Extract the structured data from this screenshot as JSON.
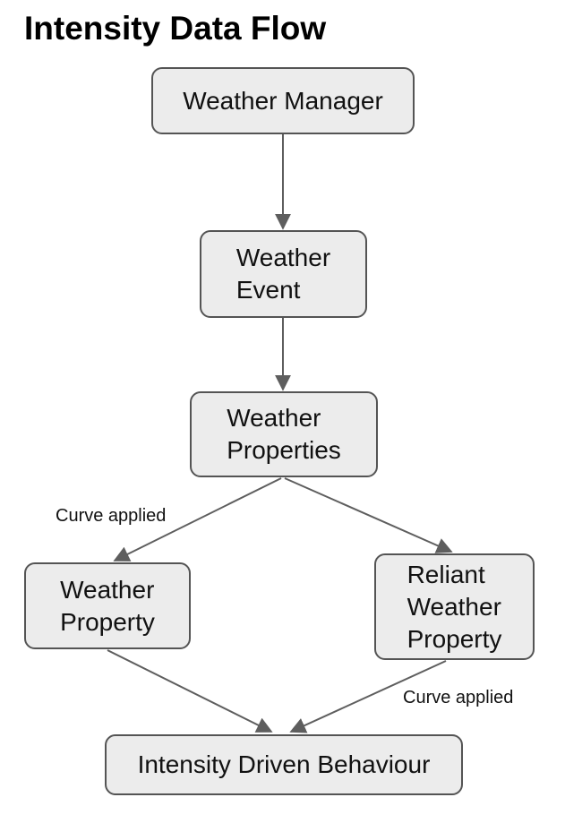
{
  "title": "Intensity Data Flow",
  "diagram": {
    "nodes": {
      "weather_manager": {
        "label": "Weather Manager"
      },
      "weather_event": {
        "label": "Weather\nEvent"
      },
      "weather_properties": {
        "label": "Weather\nProperties"
      },
      "weather_property": {
        "label": "Weather\nProperty"
      },
      "reliant_weather_property": {
        "label": "Reliant\nWeather\nProperty"
      },
      "intensity_driven_behaviour": {
        "label": "Intensity Driven Behaviour"
      }
    },
    "edge_labels": {
      "left": "Curve applied",
      "right": "Curve applied"
    },
    "colors": {
      "node_fill": "#ececec",
      "node_border": "#545454",
      "edge": "#5e5e5e",
      "text": "#111111",
      "title": "#000000"
    }
  }
}
